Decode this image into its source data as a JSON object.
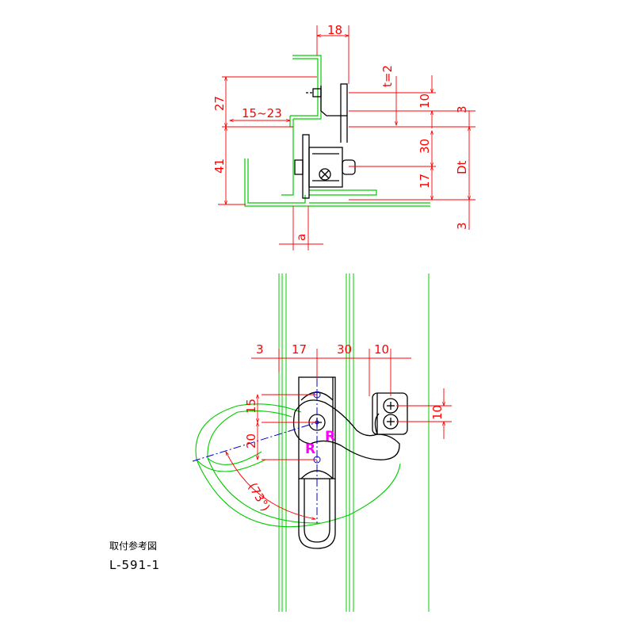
{
  "top_view": {
    "dim_18": "18",
    "dim_t2": "t=2",
    "dim_27": "27",
    "dim_15_23": "15~23",
    "dim_10": "10",
    "dim_3_top": "3",
    "dim_41": "41",
    "dim_30": "30",
    "dim_dt": "Dt",
    "dim_17": "17",
    "dim_3_bottom": "3",
    "dim_a": "a"
  },
  "front_view": {
    "dim_3": "3",
    "dim_17": "17",
    "dim_30": "30",
    "dim_10_top": "10",
    "dim_15": "15",
    "dim_20": "20",
    "dim_10_right": "10",
    "angle_73": "(73°)",
    "marker_r1": "R",
    "marker_r2": "R"
  },
  "caption": {
    "title": "取付参考図",
    "code": "L-591-1"
  },
  "colors": {
    "dimension": "#ff0000",
    "profile": "#00cc00",
    "part": "#000000",
    "centerline": "#0000cc",
    "marker": "#ff00ff"
  }
}
